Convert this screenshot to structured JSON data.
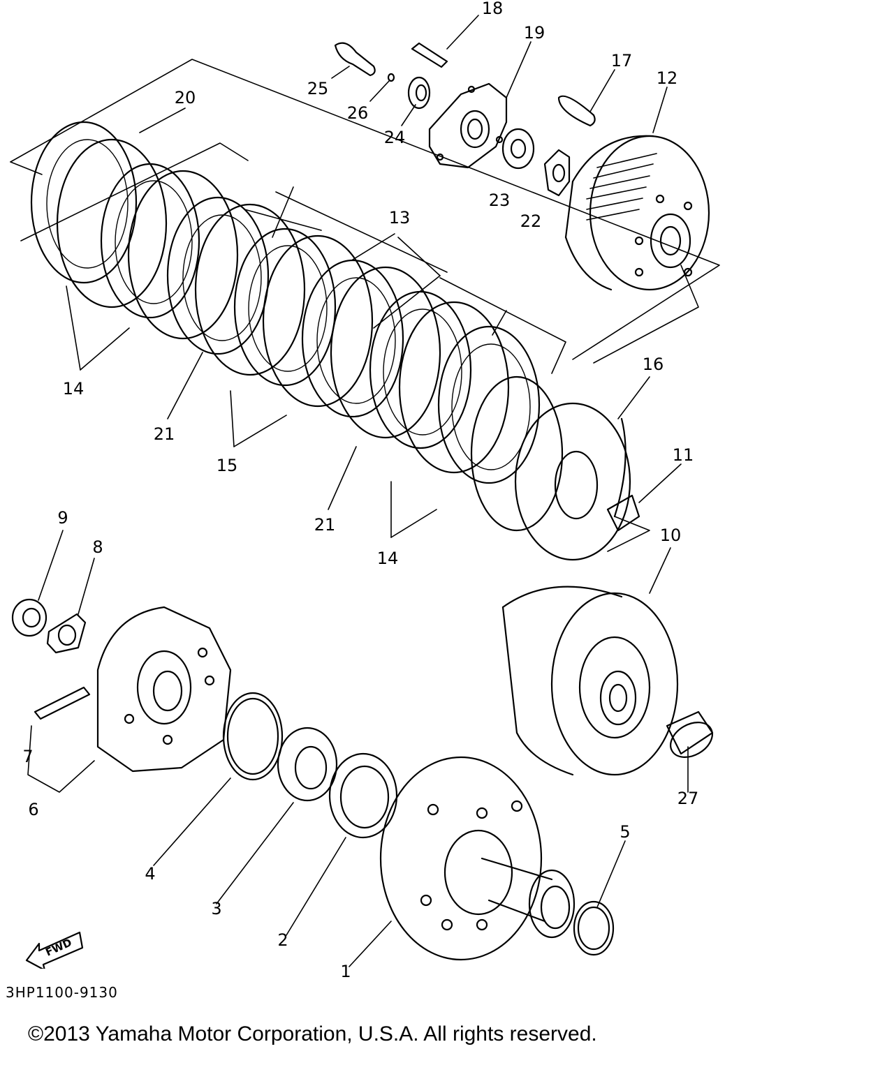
{
  "diagram": {
    "callouts": [
      "18",
      "19",
      "17",
      "12",
      "25",
      "26",
      "24",
      "23",
      "22",
      "20",
      "13",
      "14",
      "21",
      "15",
      "16",
      "11",
      "21",
      "14",
      "9",
      "8",
      "10",
      "7",
      "6",
      "27",
      "5",
      "4",
      "3",
      "2",
      "1"
    ],
    "direction_label": "FWD",
    "drawing_code": "3HP1100-9130",
    "copyright": "©2013 Yamaha Motor Corporation, U.S.A. All rights reserved."
  }
}
